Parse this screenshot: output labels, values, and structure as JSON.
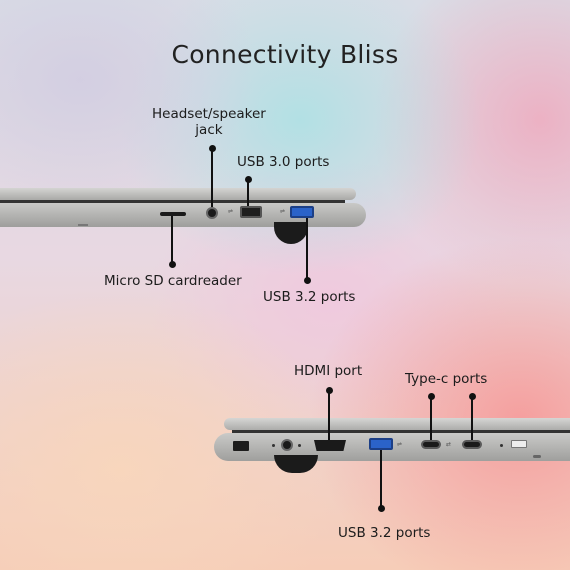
{
  "title": "Connectivity Bliss",
  "labels": {
    "headset_jack": "Headset/speaker\njack",
    "usb30": "USB 3.0 ports",
    "microsd": "Micro SD cardreader",
    "usb32_top": "USB 3.2 ports",
    "hdmi": "HDMI port",
    "typec": "Type-c ports",
    "usb32_bottom": "USB 3.2 ports"
  },
  "icons": {
    "usb_symbol": "⇌",
    "typec_symbol": "⇄"
  }
}
